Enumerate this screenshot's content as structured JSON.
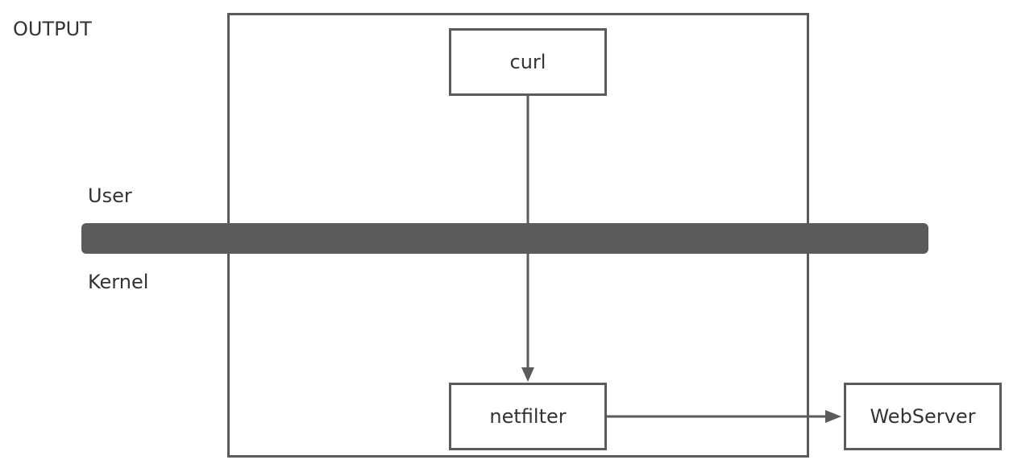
{
  "labels": {
    "output": "OUTPUT",
    "user": "User",
    "kernel": "Kernel"
  },
  "nodes": {
    "curl": "curl",
    "netfilter": "netfilter",
    "webserver": "WebServer"
  },
  "colors": {
    "stroke": "#5b5b5b",
    "text": "#333333",
    "background": "#ffffff"
  }
}
